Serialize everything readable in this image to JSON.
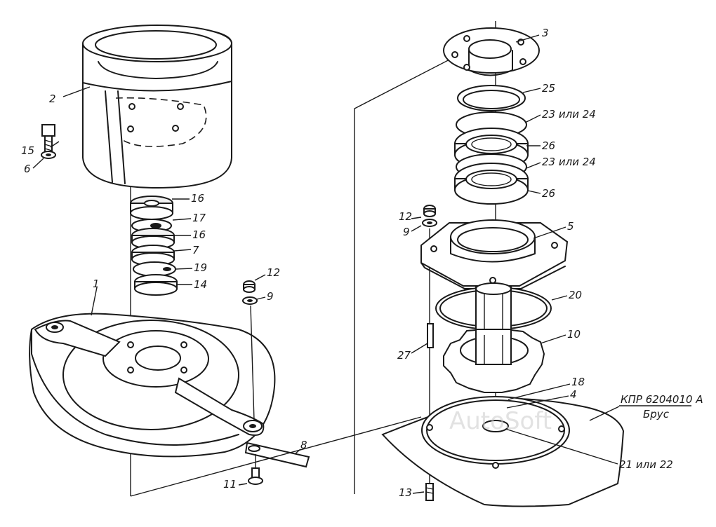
{
  "labels": {
    "l1": "1",
    "l2": "2",
    "l3": "3",
    "l4": "4",
    "l5": "5",
    "l6": "6",
    "l7": "7",
    "l8": "8",
    "l9a": "9",
    "l9b": "9",
    "l10": "10",
    "l11": "11",
    "l12a": "12",
    "l12b": "12",
    "l13": "13",
    "l14": "14",
    "l15": "15",
    "l16a": "16",
    "l16b": "16",
    "l17": "17",
    "l18": "18",
    "l19": "19",
    "l20": "20",
    "l21": "21 или 22",
    "l23a": "23 или 24",
    "l23b": "23 или 24",
    "l25": "25",
    "l26a": "26",
    "l26b": "26",
    "l27": "27"
  },
  "note": {
    "line1": "КПР 6204010 А",
    "line2": "Брус"
  },
  "watermark": "AutoSoft"
}
